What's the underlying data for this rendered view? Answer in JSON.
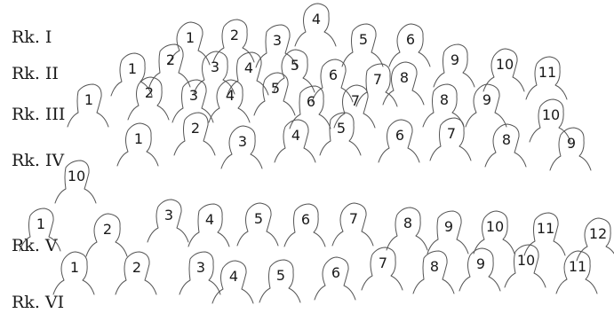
{
  "row_labels": [
    "Rk. I",
    "Rk. II",
    "Rk. III",
    "Rk. IV",
    "Rk. V",
    "Rk. VI"
  ],
  "rows": [
    {
      "label": "Rk. I",
      "numbers": [
        "1",
        "2",
        "3",
        "4",
        "5",
        "6"
      ]
    },
    {
      "label": "Rk. II",
      "numbers": [
        "1",
        "2",
        "3",
        "4",
        "5",
        "6",
        "7",
        "8",
        "9",
        "10",
        "11"
      ]
    },
    {
      "label": "Rk. III",
      "numbers": [
        "1",
        "2",
        "3",
        "4",
        "5",
        "6",
        "7",
        "8",
        "9",
        "10"
      ]
    },
    {
      "label": "Rk. IV",
      "numbers": [
        "1",
        "2",
        "3",
        "4",
        "5",
        "6",
        "7",
        "8",
        "9",
        "10"
      ]
    },
    {
      "label": "Rk. V",
      "numbers": [
        "1",
        "2",
        "3",
        "4",
        "5",
        "6",
        "7",
        "8",
        "9",
        "10",
        "11",
        "12"
      ]
    },
    {
      "label": "Rk. VI",
      "numbers": [
        "1",
        "2",
        "3",
        "4",
        "5",
        "6",
        "7",
        "8",
        "9",
        "10",
        "11"
      ]
    }
  ],
  "colors": {
    "background": "#ffffff",
    "outline": "#555555",
    "text": "#1a1a1a"
  }
}
